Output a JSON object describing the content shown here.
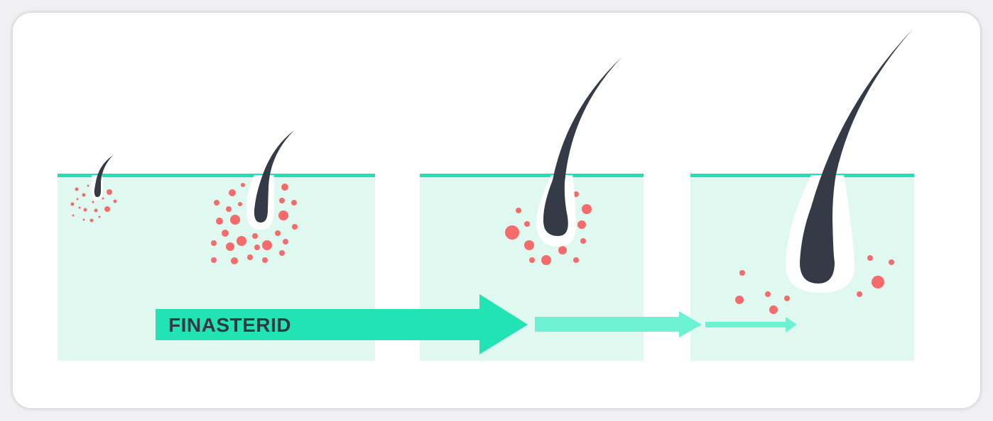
{
  "colors": {
    "card_background": "#ffffff",
    "skin": "#dff8f0",
    "skin_surface_line": "#21e0b2",
    "hair": "#343b47",
    "follicle": "#ffffff",
    "hormone_dots": "#f56a6a",
    "arrow_primary": "#21e3b3",
    "arrow_secondary": "#6cf2d2",
    "label_text": "#2f3843"
  },
  "diagram": {
    "stages": [
      {
        "name": "miniaturized-hair",
        "hair_size": "small"
      },
      {
        "name": "thin-hair",
        "hair_size": "medium"
      },
      {
        "name": "growing-hair",
        "hair_size": "large"
      },
      {
        "name": "full-hair",
        "hair_size": "extra-large"
      }
    ],
    "hormone_level_per_stage": [
      "high",
      "high",
      "medium",
      "low"
    ],
    "arrows": [
      {
        "name": "main-arrow",
        "label": "FINASTERID"
      },
      {
        "name": "second-arrow",
        "label": ""
      },
      {
        "name": "third-arrow",
        "label": ""
      }
    ]
  }
}
